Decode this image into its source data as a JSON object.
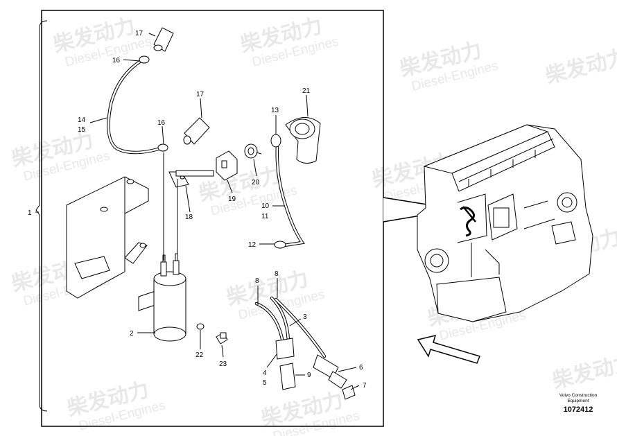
{
  "watermark": {
    "cn": "柴发动力",
    "en": "Diesel-Engines"
  },
  "callouts": {
    "c1": "1",
    "c2": "2",
    "c3": "3",
    "c4": "4",
    "c5": "5",
    "c6": "6",
    "c7": "7",
    "c8a": "8",
    "c8b": "8",
    "c9": "9",
    "c10": "10",
    "c11": "11",
    "c12": "12",
    "c13": "13",
    "c14": "14",
    "c15": "15",
    "c16a": "16",
    "c16b": "16",
    "c17a": "17",
    "c17b": "17",
    "c18": "18",
    "c19": "19",
    "c20": "20",
    "c21": "21",
    "c22": "22",
    "c23": "23"
  },
  "footer": {
    "line1": "Volvo Construction",
    "line2": "Equipment",
    "ref": "1072412"
  }
}
